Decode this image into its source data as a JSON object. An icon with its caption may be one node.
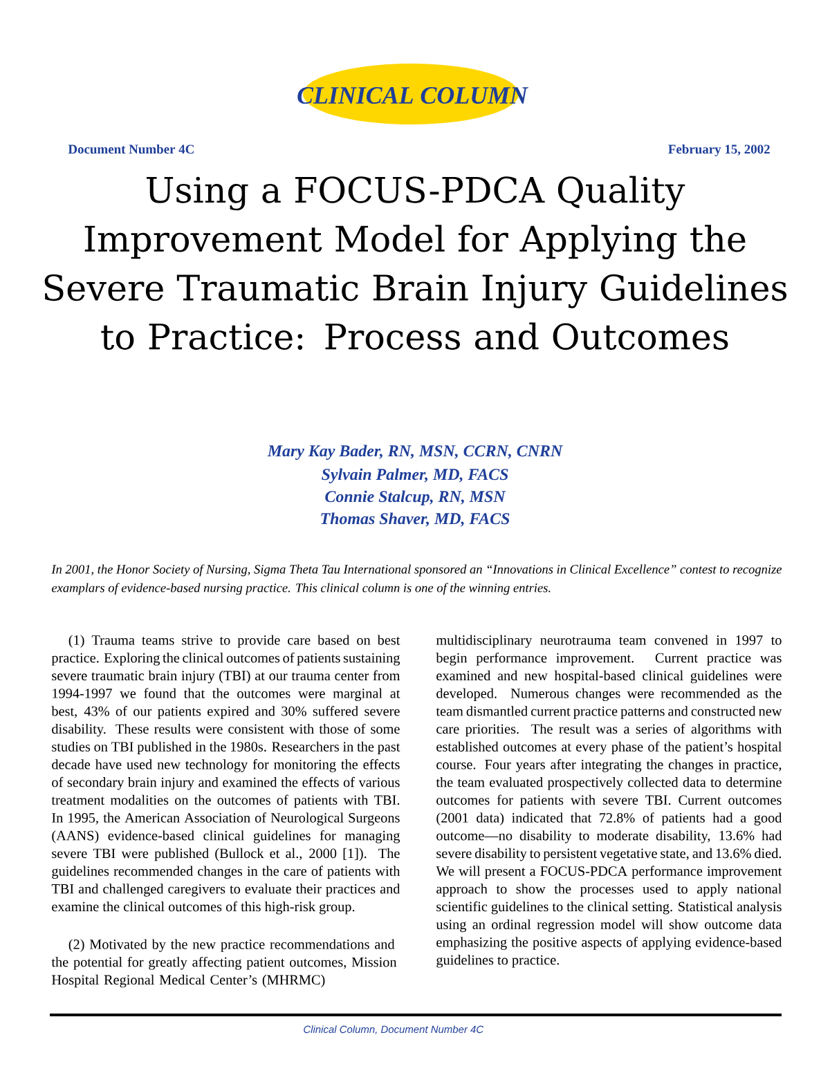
{
  "diagram": {
    "title": "Using a FOCUS-PDCA Quality Improvement Model for Applying the Severe Traumatic Brain Injury Guidelines to Practice: Process and Outcomes",
    "nodes": [
      {
        "text": [
          "CLINICAL COLUMN"
        ]
      }
    ],
    "labels": [
      "Document Number 4C",
      "February 15, 2002",
      "Mary Kay Bader, RN, MSN, CCRN, CNRN",
      "Sylvain Palmer, MD, FACS",
      "Connie Stalcup, RN, MSN",
      "Thomas Shaver, MD, FACS",
      "In 2001, the Honor Society of Nursing, Sigma Theta Tau International sponsored an “Innovations in Clinical Excellence” contest to recognize examplars of evidence-based nursing practice. This clinical column is one of the winning entries.",
      "(1) Trauma teams strive to provide care based on best practice. Exploring the clinical outcomes of patients sustaining severe traumatic brain injury (TBI) at our trauma center from 1994-1997 we found that the outcomes were marginal at best, 43% of our patients expired and 30% suffered severe disability. These results were consistent with those of some studies on TBI published in the 1980s. Researchers in the past decade have used new technology for monitoring the effects of secondary brain injury and examined the effects of various treatment modalities on the outcomes of patients with TBI. In 1995, the American Association of Neurological Surgeons (AANS) evidence-based clinical guidelines for managing severe TBI were published (Bullock et al., 2000 [1]). The guidelines recommended changes in the care of patients with TBI and challenged caregivers to evaluate their practices and examine the clinical outcomes of this high-risk group.",
      "(2) Motivated by the new practice recommendations and the potential for greatly affecting patient outcomes, Mission Hospital Regional Medical Center’s (MHRMC)",
      "multidisciplinary neurotrauma team convened in 1997 to begin performance improvement. Current practice was examined and new hospital-based clinical guidelines were developed. Numerous changes were recommended as the team dismantled current practice patterns and constructed new care priorities. The result was a series of algorithms with established outcomes at every phase of the patient’s hospital course. Four years after integrating the changes in practice, the team evaluated prospectively collected data to determine outcomes for patients with severe TBI. Current outcomes (2001 data) indicated that 72.8% of patients had a good outcome—no disability to moderate disability, 13.6% had severe disability to persistent vegetative state, and 13.6% died. We will present a FOCUS-PDCA performance improvement approach to show the processes used to apply national scientific guidelines to the clinical setting. Statistical analysis using an ordinal regression model will show outcome data emphasizing the positive aspects of applying evidence-based guidelines to practice.",
      "Clinical Column, Document Number 4C"
    ]
  }
}
